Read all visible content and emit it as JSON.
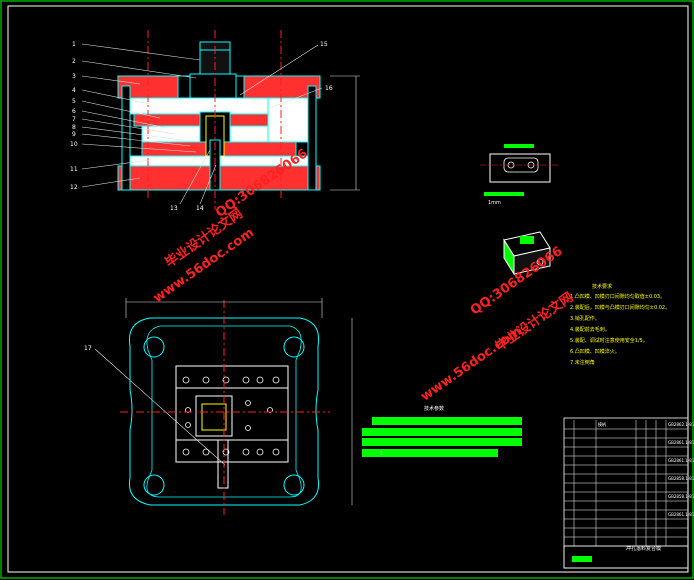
{
  "part_labels": [
    "1",
    "2",
    "3",
    "4",
    "5",
    "6",
    "7",
    "8",
    "9",
    "10",
    "11",
    "12",
    "13",
    "14",
    "15",
    "16",
    "17"
  ],
  "watermark": {
    "site": "www.56doc.com",
    "qq": "QQ:306826066",
    "name": "毕业设计论文网"
  },
  "detail_view": {
    "scale_label": "1mm"
  },
  "tech_notes": {
    "title": "技术要求",
    "items": [
      "1.凸凹模、凹模刃口间隙均匀取值±0.03。",
      "2.装配后，凹模与凸模刃口间隙均匀±0.02。",
      "3.销孔配作。",
      "4.装配前去毛刺。",
      "5.装配、调试时注意使用安全1/5。",
      "6.凸凹模、凹模淬火。",
      "7.未注倒角"
    ]
  },
  "green_table": {
    "title": "技术参数",
    "rows": [
      "",
      "",
      "",
      "1"
    ]
  },
  "title_block": {
    "drawing_title": "冲孔落料复合模",
    "rows": [
      [
        "",
        "",
        "模柄",
        "",
        "",
        "",
        "GB2862.1-81"
      ],
      [
        "",
        "",
        "",
        "",
        "",
        "",
        ""
      ],
      [
        "",
        "",
        "",
        "",
        "",
        "",
        "GB2861.1-81"
      ],
      [
        "",
        "",
        "",
        "",
        "",
        "",
        ""
      ],
      [
        "",
        "",
        "",
        "",
        "",
        "",
        "GB2861.1-81"
      ],
      [
        "",
        "",
        "",
        "",
        "",
        "",
        ""
      ],
      [
        "",
        "",
        "",
        "",
        "",
        "",
        "GB2858.1-81"
      ],
      [
        "",
        "",
        "",
        "",
        "",
        "",
        ""
      ],
      [
        "",
        "",
        "",
        "",
        "",
        "",
        "GB2858.1-81"
      ],
      [
        "",
        "",
        "",
        "",
        "",
        "",
        ""
      ],
      [
        "",
        "",
        "",
        "",
        "",
        "",
        "GB2861.1-81"
      ],
      [
        "",
        "",
        "",
        "",
        "",
        "",
        ""
      ],
      [
        "",
        "",
        "",
        "",
        "",
        "",
        ""
      ],
      [
        "",
        "",
        "",
        "",
        "",
        "",
        ""
      ]
    ]
  },
  "colors": {
    "background": "#000000",
    "outline_cyan": "#00ffff",
    "centerline_red": "#ff2020",
    "fill_white": "#ffffff",
    "hatch_red": "#ff3030",
    "dim_line": "#dddddd",
    "highlight_green": "#00ff00",
    "text_yellow": "#ffff00",
    "watermark_red": "#ff2020"
  }
}
